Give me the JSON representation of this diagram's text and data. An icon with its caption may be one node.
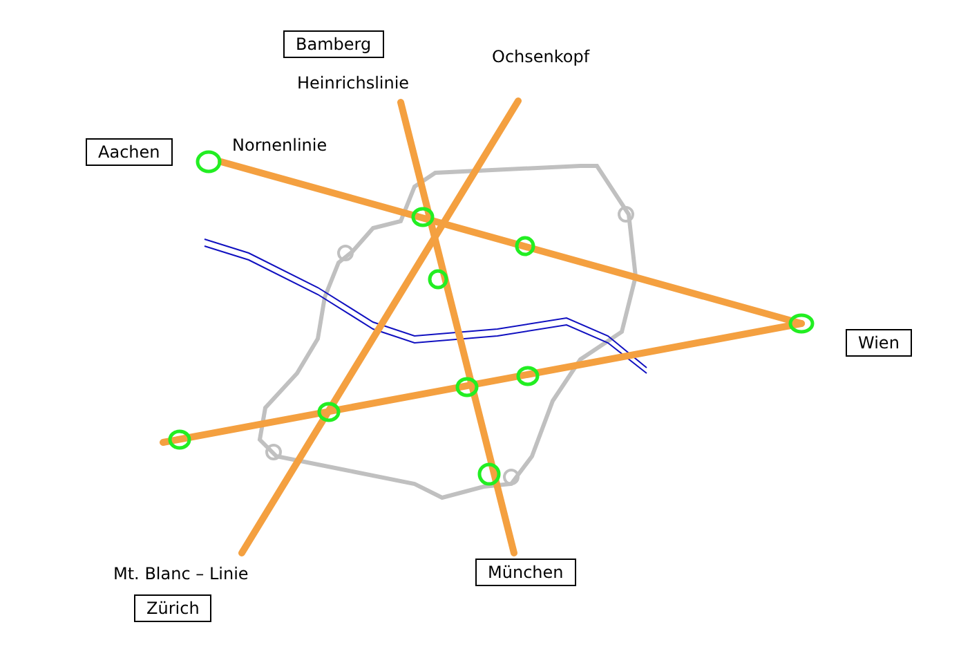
{
  "diagram": {
    "nodes": [
      {
        "text": [
          "Bamberg"
        ]
      },
      {
        "text": [
          "Aachen"
        ]
      },
      {
        "text": [
          "Wien"
        ]
      },
      {
        "text": [
          "München"
        ]
      },
      {
        "text": [
          "Zürich"
        ]
      }
    ],
    "labels": [
      "Ochsenkopf",
      "Heinrichslinie",
      "Nornenlinie",
      "Mt. Blanc – Linie"
    ]
  }
}
